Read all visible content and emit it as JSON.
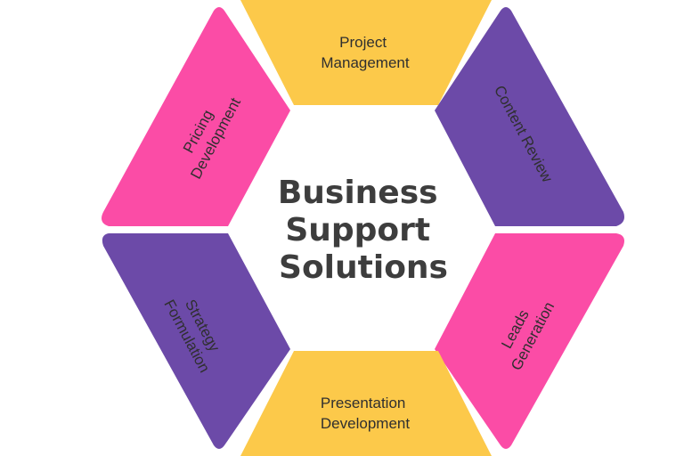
{
  "center": {
    "lines": [
      "Business",
      "Support",
      "Solutions"
    ]
  },
  "segments": {
    "top": {
      "lines": [
        "Project",
        "Management"
      ],
      "color": "#fcc94a"
    },
    "upper_right": {
      "lines": [
        "Content Review"
      ],
      "color": "#6c4aa8"
    },
    "lower_right": {
      "lines": [
        "Leads",
        "Generation"
      ],
      "color": "#fb4ca6"
    },
    "bottom": {
      "lines": [
        "Presentation",
        "Development"
      ],
      "color": "#fcc94a"
    },
    "lower_left": {
      "lines": [
        "Strategy",
        "Formulation"
      ],
      "color": "#6c4aa8"
    },
    "upper_left": {
      "lines": [
        "Pricing",
        "Development"
      ],
      "color": "#fb4ca6"
    }
  },
  "colors": {
    "center_fill": "#ffffff",
    "text_dark": "#3d3d3d"
  }
}
